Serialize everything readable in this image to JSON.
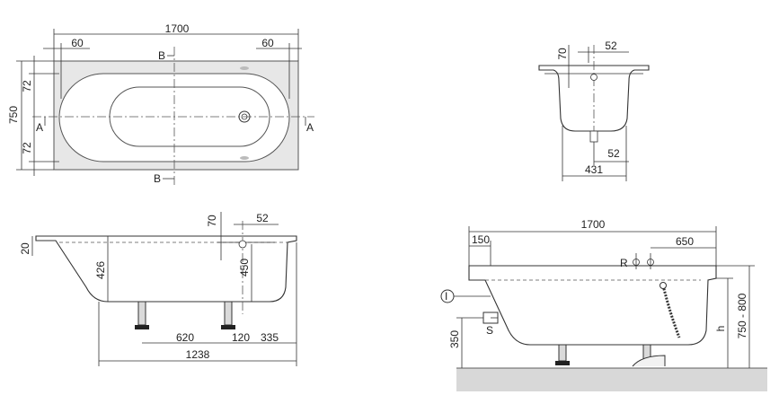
{
  "top_view": {
    "overall_length": "1700",
    "offset_left": "60",
    "offset_right": "60",
    "width": "750",
    "edge_top": "72",
    "edge_bottom": "72",
    "section_b": "B",
    "section_a": "A"
  },
  "end_section": {
    "depth_offset": "70",
    "overflow_offset": "52",
    "drain_offset": "52",
    "base_width": "431"
  },
  "side_view": {
    "rim_thickness": "20",
    "depth_offset": "70",
    "overflow_offset": "52",
    "inner_depth": "426",
    "overflow_height": "450",
    "leg_spacing": "620",
    "leg_offset": "120",
    "end_offset": "335",
    "base_length": "1238"
  },
  "install_view": {
    "overall_length": "1700",
    "left_offset": "150",
    "right_offset": "650",
    "label_r": "R",
    "label_s": "S",
    "marker_i": "I",
    "floor_height": "350",
    "height_label": "h",
    "height_range": "750 - 800"
  }
}
